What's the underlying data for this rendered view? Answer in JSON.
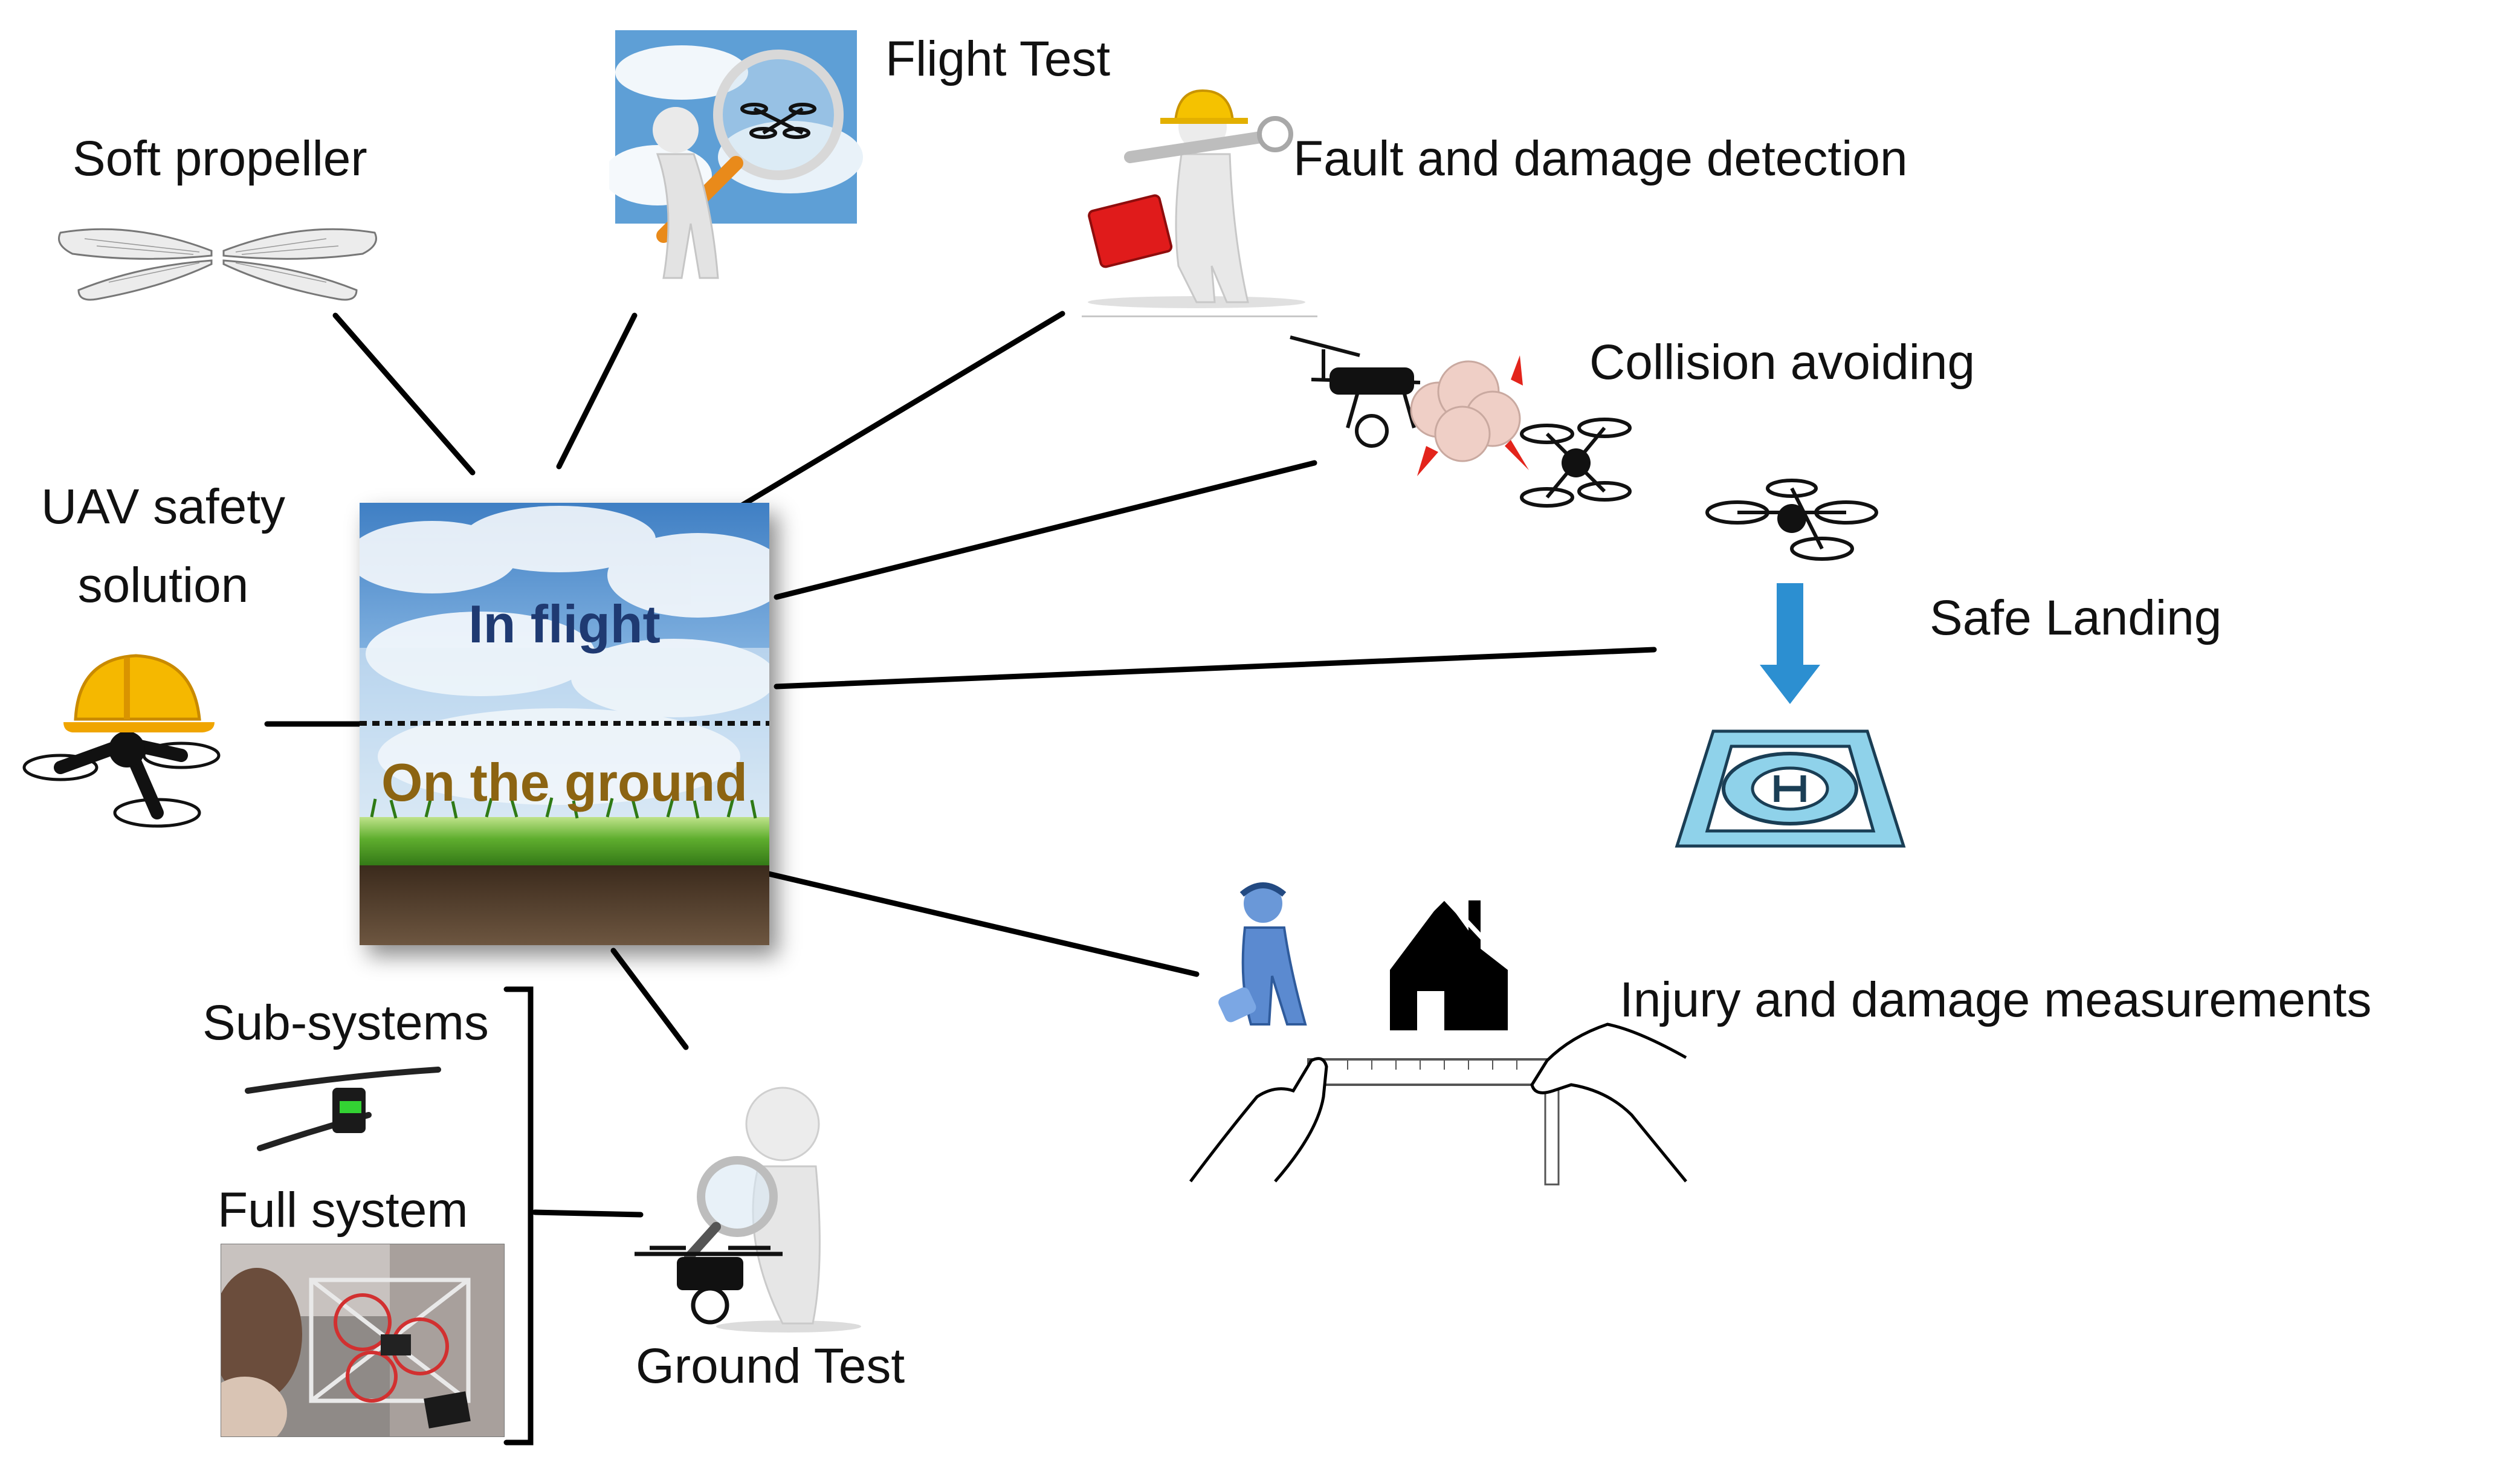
{
  "diagram": {
    "center": {
      "top_label": "In flight",
      "bottom_label": "On the ground"
    },
    "root": {
      "label_line1": "UAV safety",
      "label_line2": "solution"
    },
    "branches": {
      "soft_propeller": "Soft propeller",
      "flight_test": "Flight Test",
      "fault_detection": "Fault and damage detection",
      "collision": "Collision avoiding",
      "safe_landing": "Safe Landing",
      "injury": "Injury and damage measurements",
      "ground_test": "Ground Test",
      "sub_systems": "Sub-systems",
      "full_system": "Full system"
    }
  },
  "colors": {
    "in_flight_text": "#1f3a72",
    "on_ground_text": "#8c6412",
    "connector": "#000000",
    "landing_arrow": "#2c8fd1",
    "helipad": "#8fd2ea"
  }
}
